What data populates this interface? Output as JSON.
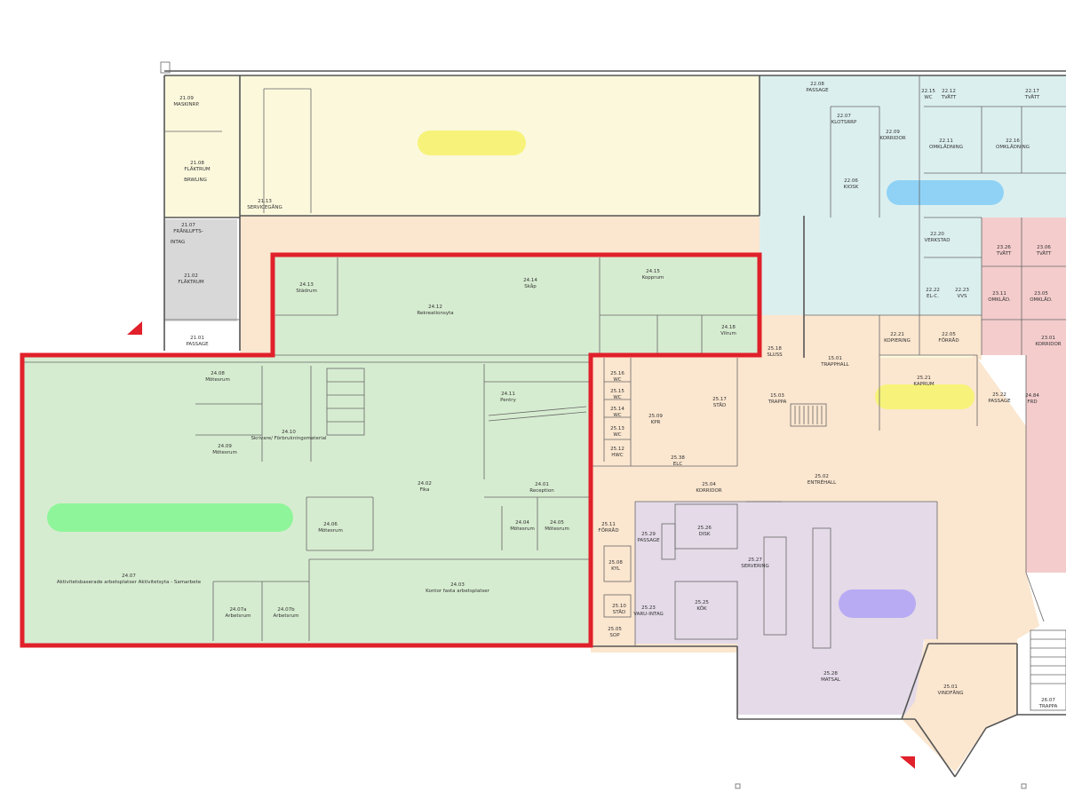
{
  "plan": {
    "colors": {
      "yellow_zone": "#fbf8dc",
      "blue_zone": "#dcefef",
      "peach_zone": "#fbe6cf",
      "green_zone": "#d6ecd0",
      "gray_zone": "#d8d8d8",
      "red_zone": "#f4cccc",
      "lavender_zone": "#e4dae8",
      "highlight_border": "#e0202a",
      "marker_yellow": "#f7f37a",
      "marker_blue": "#8fd2f5",
      "marker_green": "#8ff59a",
      "marker_purple": "#b8aaf3"
    },
    "rooms": [
      {
        "id": "r1",
        "num": "21.09",
        "name": "MASKINRP."
      },
      {
        "id": "r2",
        "num": "21.08",
        "name": "FLÄKTRUM"
      },
      {
        "id": "r3",
        "num": "",
        "name": "BRWLING"
      },
      {
        "id": "r4",
        "num": "21.13",
        "name": "SERVICEGÅNG"
      },
      {
        "id": "r5",
        "num": "21.07",
        "name": "FRÅNLUFTS-"
      },
      {
        "id": "r6",
        "num": "",
        "name": "INTAG"
      },
      {
        "id": "r7",
        "num": "21.02",
        "name": "FLÄKTRUM"
      },
      {
        "id": "r8",
        "num": "21.01",
        "name": "PASSAGE"
      },
      {
        "id": "r9",
        "num": "22.08",
        "name": "PASSAGE"
      },
      {
        "id": "r10",
        "num": "22.07",
        "name": "KLOTSRRP"
      },
      {
        "id": "r11",
        "num": "22.09",
        "name": "KORRIDOR"
      },
      {
        "id": "r12",
        "num": "22.06",
        "name": "KIOSK"
      },
      {
        "id": "r13",
        "num": "22.15",
        "name": "WC"
      },
      {
        "id": "r14",
        "num": "22.12",
        "name": "TVÄTT"
      },
      {
        "id": "r15",
        "num": "22.17",
        "name": "TVÄTT"
      },
      {
        "id": "r16",
        "num": "22.11",
        "name": "OMKLÄDNING"
      },
      {
        "id": "r17",
        "num": "22.16",
        "name": "OMKLÄDNING"
      },
      {
        "id": "r18",
        "num": "22.20",
        "name": "VERKSTAD"
      },
      {
        "id": "r19",
        "num": "22.22",
        "name": "EL-C."
      },
      {
        "id": "r20",
        "num": "22.23",
        "name": "VVS"
      },
      {
        "id": "r21",
        "num": "22.21",
        "name": "KOPIERING"
      },
      {
        "id": "r22",
        "num": "22.05",
        "name": "FÖRRÅD"
      },
      {
        "id": "r23",
        "num": "23.26",
        "name": "TVÄTT"
      },
      {
        "id": "r24",
        "num": "23.06",
        "name": "TVÄTT"
      },
      {
        "id": "r25",
        "num": "23.11",
        "name": "OMKLÄD."
      },
      {
        "id": "r26",
        "num": "23.05",
        "name": "OMKLÄD."
      },
      {
        "id": "r27",
        "num": "23.01",
        "name": "KORRIDOR"
      },
      {
        "id": "r28",
        "num": "24.13",
        "name": "Städrum"
      },
      {
        "id": "r29",
        "num": "24.12",
        "name": "Rekreationsyta"
      },
      {
        "id": "r30",
        "num": "24.14",
        "name": "Skåp"
      },
      {
        "id": "r31",
        "num": "24.15",
        "name": "Kopprum"
      },
      {
        "id": "r32",
        "num": "24.18",
        "name": "Vilrum"
      },
      {
        "id": "r33",
        "num": "24.08",
        "name": "Mötesrum"
      },
      {
        "id": "r34",
        "num": "24.09",
        "name": "Mötesrum"
      },
      {
        "id": "r35",
        "num": "24.10",
        "name": "Skrivare/ Förbrukningsmaterial"
      },
      {
        "id": "r36",
        "num": "24.11",
        "name": "Pentry"
      },
      {
        "id": "r37",
        "num": "24.02",
        "name": "Fika"
      },
      {
        "id": "r38",
        "num": "24.01",
        "name": "Reception"
      },
      {
        "id": "r39",
        "num": "24.06",
        "name": "Mötesrum"
      },
      {
        "id": "r40",
        "num": "24.04",
        "name": "Mötesrum"
      },
      {
        "id": "r41",
        "num": "24.05",
        "name": "Mötesrum"
      },
      {
        "id": "r42",
        "num": "24.07",
        "name": "Aktivitetsbaserade arbetsplatser Aktivitetsyta - Samarbete"
      },
      {
        "id": "r43",
        "num": "24.03",
        "name": "Kontor fasta arbetsplatser"
      },
      {
        "id": "r44",
        "num": "24.07a",
        "name": "Arbetsrum"
      },
      {
        "id": "r45",
        "num": "24.07b",
        "name": "Arbetsrum"
      },
      {
        "id": "r46",
        "num": "25.18",
        "name": "SLUSS"
      },
      {
        "id": "r47",
        "num": "15.01",
        "name": "TRAPPHALL"
      },
      {
        "id": "r48",
        "num": "25.21",
        "name": "KAPRUM"
      },
      {
        "id": "r49",
        "num": "25.22",
        "name": "PASSAGE"
      },
      {
        "id": "r50",
        "num": "25.16",
        "name": "WC"
      },
      {
        "id": "r51",
        "num": "25.15",
        "name": "WC"
      },
      {
        "id": "r52",
        "num": "25.14",
        "name": "WC"
      },
      {
        "id": "r53",
        "num": "25.13",
        "name": "WC"
      },
      {
        "id": "r54",
        "num": "25.12",
        "name": "HWC"
      },
      {
        "id": "r55",
        "num": "25.09",
        "name": "KPR"
      },
      {
        "id": "r56",
        "num": "25.17",
        "name": "STÄD"
      },
      {
        "id": "r57",
        "num": "15.03",
        "name": "TRAPPA"
      },
      {
        "id": "r58",
        "num": "25.38",
        "name": "ELC"
      },
      {
        "id": "r59",
        "num": "25.04",
        "name": "KORRIDOR"
      },
      {
        "id": "r60",
        "num": "25.02",
        "name": "ENTRÉHALL"
      },
      {
        "id": "r61",
        "num": "25.11",
        "name": "FÖRRÅD"
      },
      {
        "id": "r62",
        "num": "25.29",
        "name": "PASSAGE"
      },
      {
        "id": "r63",
        "num": "25.26",
        "name": "DISK"
      },
      {
        "id": "r64",
        "num": "25.08",
        "name": "KYL"
      },
      {
        "id": "r65",
        "num": "25.27",
        "name": "SERVERING"
      },
      {
        "id": "r66",
        "num": "25.10",
        "name": "STÄD"
      },
      {
        "id": "r67",
        "num": "25.23",
        "name": "VARU-INTAG"
      },
      {
        "id": "r68",
        "num": "25.25",
        "name": "KÖK"
      },
      {
        "id": "r69",
        "num": "25.05",
        "name": "SOP"
      },
      {
        "id": "r70",
        "num": "25.28",
        "name": "MATSAL"
      },
      {
        "id": "r71",
        "num": "25.01",
        "name": "VINDFÅNG"
      },
      {
        "id": "r72",
        "num": "26.07",
        "name": "TRAPPA"
      },
      {
        "id": "r73",
        "num": "24.84",
        "name": "FRD"
      }
    ]
  }
}
